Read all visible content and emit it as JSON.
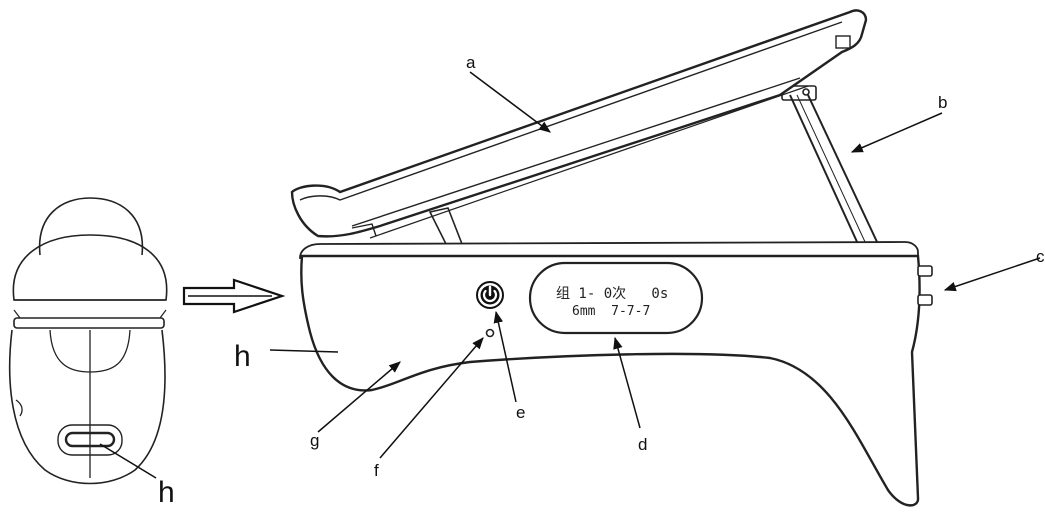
{
  "labels": {
    "a": "a",
    "b": "b",
    "c": "c",
    "d": "d",
    "e": "e",
    "f": "f",
    "g": "g",
    "h_side": "h",
    "h_front": "h"
  },
  "display": {
    "line1": "组 1- 0次   0s",
    "line2": "6mm  7-7-7"
  },
  "icons": {
    "power_button": "power-icon",
    "transition_arrow": "double-arrow-right-icon"
  }
}
